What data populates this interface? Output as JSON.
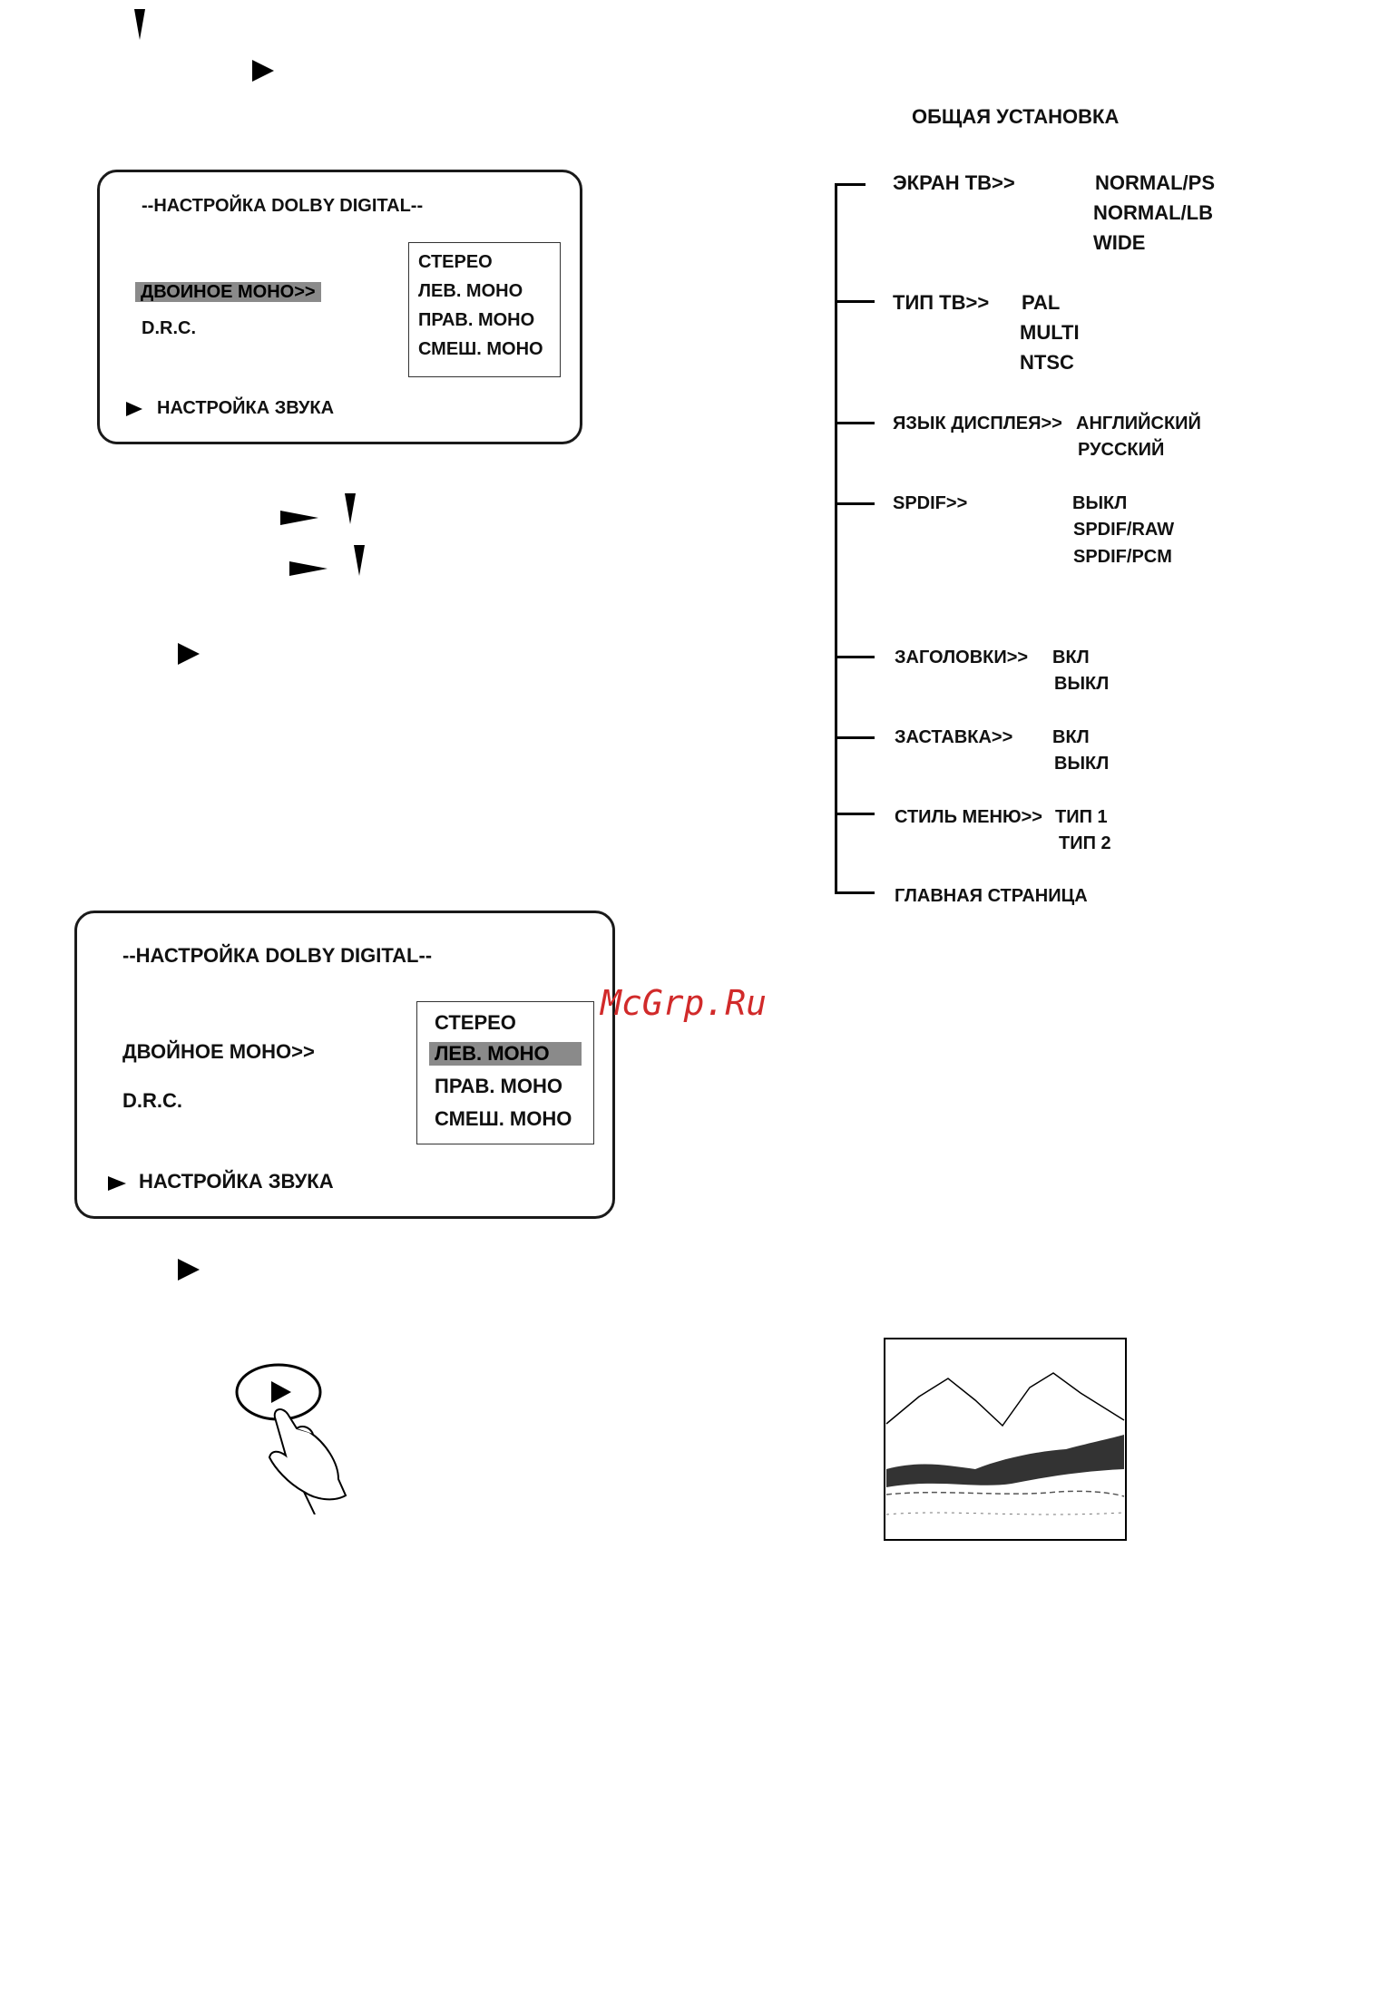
{
  "menu1": {
    "title": "--НАСТРОЙКА DOLBY DIGITAL--",
    "items": [
      "ДВОИНОЕ МОНО>>",
      "D.R.C."
    ],
    "options": [
      "СТЕРЕО",
      "ЛЕВ. МОНО",
      "ПРАВ. МОНО",
      "СМЕШ. МОНО"
    ],
    "footer": "НАСТРОЙКА ЗВУКА"
  },
  "menu2": {
    "title": "--НАСТРОЙКА DOLBY DIGITAL--",
    "items": [
      "ДВОЙНОЕ МОНО>>",
      "D.R.C."
    ],
    "options": [
      "СТЕРЕО",
      "ЛЕВ. МОНО",
      "ПРАВ. МОНО",
      "СМЕШ. МОНО"
    ],
    "footer": "НАСТРОЙКА ЗВУКА"
  },
  "general_setup": {
    "title": "ОБЩАЯ УСТАНОВКА",
    "rows": [
      {
        "label": "ЭКРАН ТВ>>",
        "values": [
          "NORMAL/PS",
          "NORMAL/LB",
          "WIDE"
        ]
      },
      {
        "label": "ТИП ТВ>>",
        "values": [
          "PAL",
          "MULTI",
          "NTSC"
        ]
      },
      {
        "label": "ЯЗЫК ДИСПЛЕЯ>>",
        "values": [
          "АНГЛИЙСКИЙ",
          "РУССКИЙ"
        ]
      },
      {
        "label": "SPDIF>>",
        "values": [
          "ВЫКЛ",
          "SPDIF/RAW",
          "SPDIF/PCM"
        ]
      },
      {
        "label": "ЗАГОЛОВКИ>>",
        "values": [
          "ВКЛ",
          "ВЫКЛ"
        ]
      },
      {
        "label": "ЗАСТАВКА>>",
        "values": [
          "ВКЛ",
          "ВЫКЛ"
        ]
      },
      {
        "label": "СТИЛЬ МЕНЮ>>",
        "values": [
          "ТИП 1",
          "ТИП 2"
        ]
      },
      {
        "label": "ГЛАВНАЯ СТРАНИЦА",
        "values": []
      }
    ]
  },
  "watermark": "McGrp.Ru",
  "icons": [
    "down-arrow-icon",
    "right-arrow-icon",
    "play-button-icon",
    "hand-press-icon",
    "landscape-picture"
  ]
}
